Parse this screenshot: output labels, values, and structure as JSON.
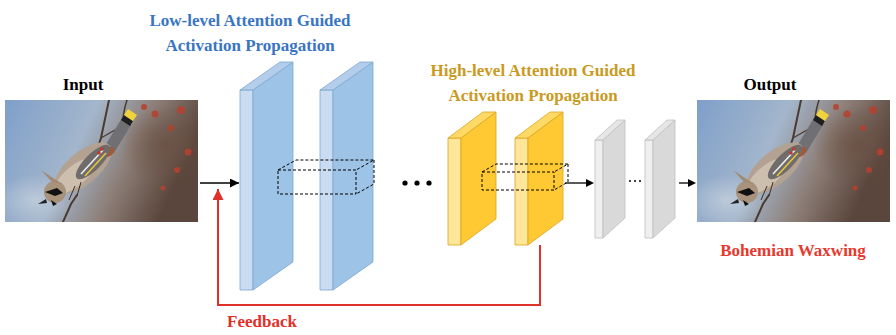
{
  "diagram": {
    "nodes": [
      {
        "text": [
          "Input"
        ]
      },
      {
        "text": [
          "Low-level Attention Guided Activation Propagation"
        ]
      },
      {
        "text": [
          "High-level Attention Guided Activation Propagation"
        ]
      },
      {
        "text": [
          "Output",
          "Bohemian Waxwing"
        ]
      }
    ],
    "edges": [
      {
        "from": 0,
        "to": 1,
        "arrow": "to"
      },
      {
        "from": 2,
        "to": 1,
        "label": "Feedback",
        "arrow": "to"
      }
    ]
  }
}
